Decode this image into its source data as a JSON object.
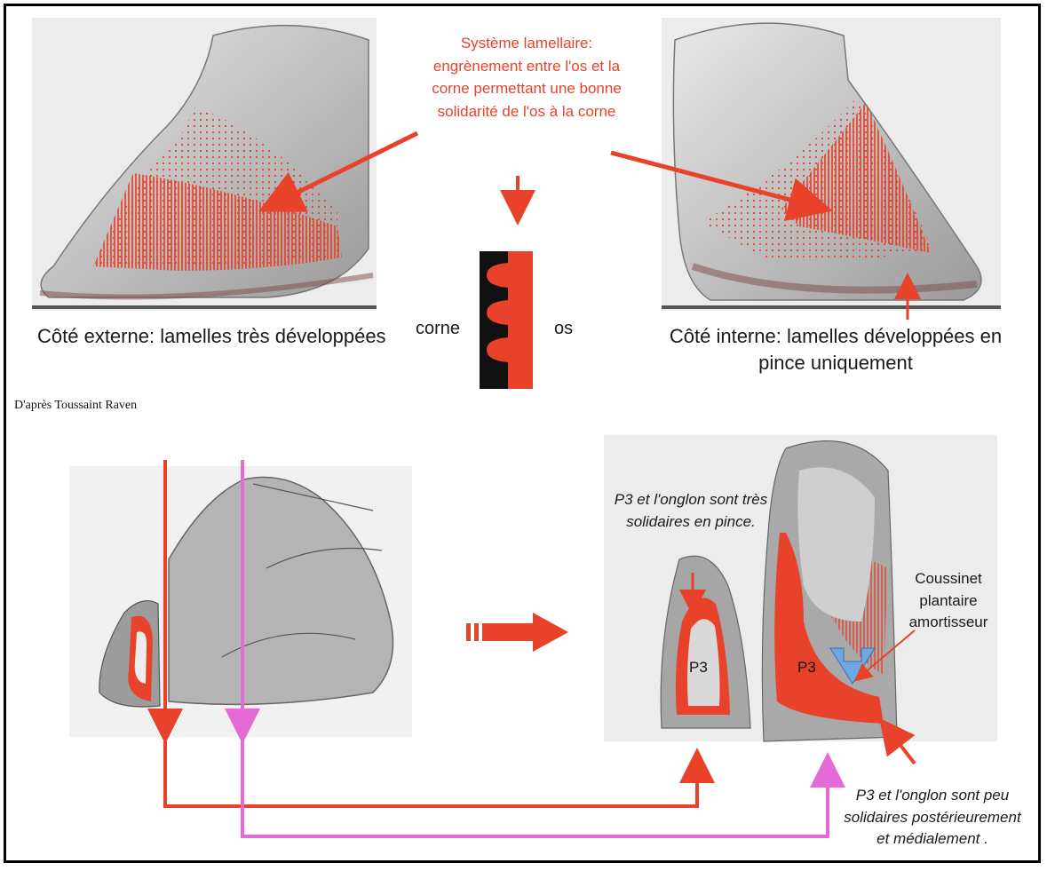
{
  "top": {
    "system_text_lines": [
      "Système lamellaire:",
      "engrènement entre l'os et la",
      "corne permettant une bonne",
      "solidarité de l'os à la corne"
    ],
    "external_side_label": "Côté externe: lamelles très développées",
    "internal_side_label_lines": [
      "Côté interne: lamelles développées en",
      "pince uniquement"
    ],
    "corne_label": "corne",
    "os_label": "os"
  },
  "source_label": "D'après Toussaint Raven",
  "bottom": {
    "pince_text_lines": [
      "P3 et l'onglon sont très",
      "solidaires en pince."
    ],
    "coussinet_lines": [
      "Coussinet",
      "plantaire",
      "amortisseur"
    ],
    "p3_label_1": "P3",
    "p3_label_2": "P3",
    "posterior_text_lines": [
      "P3 et l'onglon sont peu",
      "solidaires postérieurement",
      "et médialement ."
    ]
  },
  "colors": {
    "accent_red": "#e8422b",
    "pink": "#e66ad6",
    "hoof_gray": "#a9a9a9",
    "arrow_blue": "#6fa8e0"
  }
}
